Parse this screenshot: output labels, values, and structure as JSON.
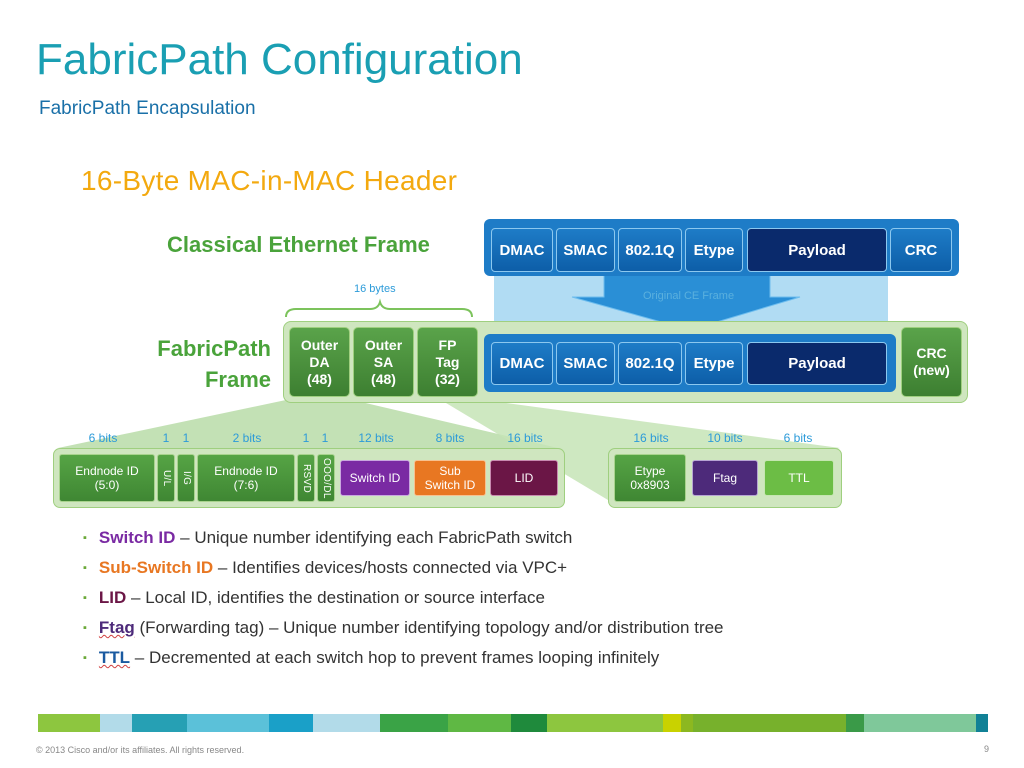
{
  "header": {
    "title": "FabricPath Configuration",
    "subtitle": "FabricPath Encapsulation",
    "diagram_heading": "16-Byte MAC-in-MAC Header"
  },
  "diagram": {
    "ce_frame_label": "Classical Ethernet Frame",
    "fp_frame_label_line1": "FabricPath",
    "fp_frame_label_line2": "Frame",
    "bytes_label": "16 bytes",
    "original_ce_label": "Original CE Frame",
    "ce_fields": [
      "DMAC",
      "SMAC",
      "802.1Q",
      "Etype",
      "Payload",
      "CRC"
    ],
    "fp_header": [
      {
        "line1": "Outer",
        "line2": "DA",
        "line3": "(48)"
      },
      {
        "line1": "Outer",
        "line2": "SA",
        "line3": "(48)"
      },
      {
        "line1": "FP",
        "line2": "Tag",
        "line3": "(32)"
      }
    ],
    "fp_inner": [
      "DMAC",
      "SMAC",
      "802.1Q",
      "Etype",
      "Payload"
    ],
    "fp_crc": {
      "line1": "CRC",
      "line2": "(new)"
    },
    "outer_bits": [
      "6 bits",
      "1",
      "1",
      "2 bits",
      "1",
      "1",
      "12 bits",
      "8 bits",
      "16 bits"
    ],
    "outer_fields": [
      {
        "line1": "Endnode ID",
        "line2": "(5:0)"
      },
      {
        "line1": "U/L"
      },
      {
        "line1": "I/G"
      },
      {
        "line1": "Endnode ID",
        "line2": "(7:6)"
      },
      {
        "line1": "RSVD"
      },
      {
        "line1": "OOO/DL"
      },
      {
        "line1": "Switch ID"
      },
      {
        "line1": "Sub",
        "line2": "Switch ID"
      },
      {
        "line1": "LID"
      }
    ],
    "tag_bits": [
      "16 bits",
      "10 bits",
      "6 bits"
    ],
    "tag_fields": [
      {
        "line1": "Etype",
        "line2": "0x8903"
      },
      {
        "line1": "Ftag"
      },
      {
        "line1": "TTL"
      }
    ],
    "colors": {
      "switch_id": "#7a2aa3",
      "sub_switch_id": "#e87722",
      "lid": "#6b1646",
      "ftag": "#4d2a7a",
      "ttl": "#6cbd45",
      "frame_blue": "#1e7cc7",
      "payload_navy": "#0a2a6c",
      "header_green": "#4a9a3c"
    }
  },
  "bullets": [
    {
      "term": "Switch ID",
      "text": " – Unique number identifying each FabricPath switch",
      "color": "#7a2aa3"
    },
    {
      "term": "Sub-Switch ID",
      "text": " – Identifies devices/hosts connected via VPC+",
      "color": "#e87722"
    },
    {
      "term": "LID",
      "text": " – Local ID, identifies the destination or source interface",
      "color": "#6b1646"
    },
    {
      "term": "Ftag",
      "text": " (Forwarding tag) – Unique  number identifying topology and/or distribution tree",
      "color": "#4d2a7a"
    },
    {
      "term": "TTL",
      "text": " – Decremented at each switch hop to prevent frames looping infinitely",
      "color": "#1a5aa0"
    }
  ],
  "footer": {
    "copyright": "© 2013 Cisco and/or its affiliates. All rights reserved.",
    "page_number": "9"
  }
}
